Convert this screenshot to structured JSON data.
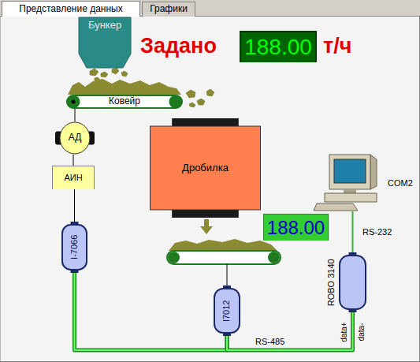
{
  "diagram": {
    "nodes": [
      {
        "text": [
          "Представление данных"
        ]
      },
      {
        "text": [
          "Графики"
        ]
      },
      {
        "text": [
          "Бункер"
        ]
      },
      {
        "text": [
          "188.00"
        ]
      },
      {
        "text": [
          "Ковейр"
        ]
      },
      {
        "text": [
          "АД"
        ]
      },
      {
        "text": [
          "АИН"
        ]
      },
      {
        "text": [
          "Дробилка"
        ]
      },
      {
        "text": [
          "COM2"
        ]
      },
      {
        "text": [
          "188.00"
        ]
      },
      {
        "text": [
          "I-7066"
        ]
      },
      {
        "text": [
          "I7012"
        ]
      },
      {
        "text": [
          "ROBO 3140"
        ]
      }
    ],
    "edges": [
      {
        "from": 4,
        "to": 5,
        "arrow": "none"
      },
      {
        "from": 5,
        "to": 6,
        "arrow": "none"
      },
      {
        "from": 6,
        "to": 10,
        "arrow": "none"
      },
      {
        "from": 10,
        "to": 11,
        "arrow": "none"
      },
      {
        "from": 11,
        "to": 12,
        "label": "RS-485",
        "arrow": "none"
      },
      {
        "from": 8,
        "to": 12,
        "label": "RS-232",
        "arrow": "none"
      }
    ],
    "labels": [
      "Задано",
      "т/ч",
      "data+",
      "data-"
    ]
  }
}
